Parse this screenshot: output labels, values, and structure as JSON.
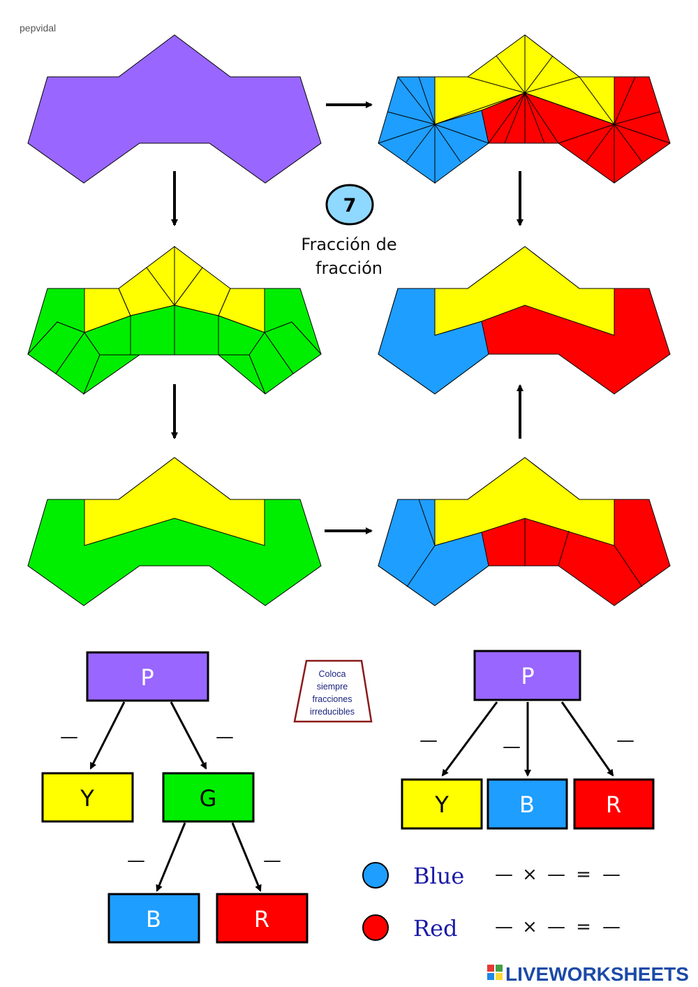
{
  "credit": "pepvidal",
  "badge": {
    "number": "7"
  },
  "title": {
    "line1": "Fracción de",
    "line2": "fracción"
  },
  "note": {
    "line1": "Coloca",
    "line2": "siempre",
    "line3": "fracciones",
    "line4": "irreducibles"
  },
  "colors": {
    "purple": "#9966ff",
    "yellow": "#ffff00",
    "green": "#00ee00",
    "blue": "#1e9eff",
    "red": "#ff0000",
    "badge": "#8fd8ff",
    "note_border": "#8b1a1a"
  },
  "tree_left": {
    "root": "P",
    "child_left": "Y",
    "child_right": "G",
    "grand_left": "B",
    "grand_right": "R",
    "blank": "—"
  },
  "tree_right": {
    "root": "P",
    "child_1": "Y",
    "child_2": "B",
    "child_3": "R",
    "blank": "—"
  },
  "legend": {
    "blue_label": "Blue",
    "red_label": "Red",
    "blank": "—",
    "times": "×",
    "equals": "="
  },
  "brand": {
    "text": "LIVEWORKSHEETS"
  }
}
